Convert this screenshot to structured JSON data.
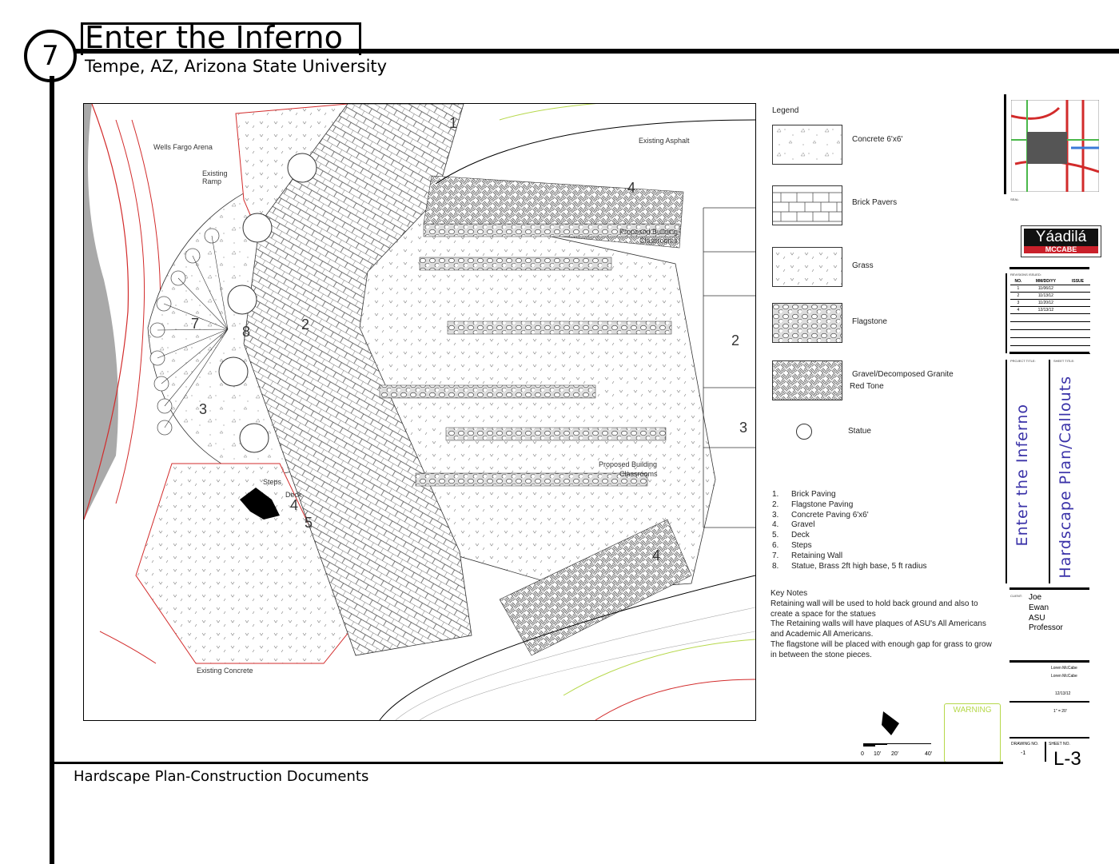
{
  "sheet_number_circle": "7",
  "title": "Enter the Inferno",
  "subtitle": "Tempe, AZ, Arizona State University",
  "footer": "Hardscape Plan-Construction Documents",
  "plan": {
    "labels": {
      "wells_fargo": "Wells Fargo Arena",
      "existing_ramp_1": "Existing",
      "existing_ramp_2": "Ramp",
      "existing_asphalt": "Existing Asphalt",
      "proposed_building_1a": "Proposed Building",
      "proposed_building_1b": "Classrooms",
      "proposed_building_2a": "Proposed Building",
      "proposed_building_2b": "Classrooms",
      "steps": "Steps",
      "deck": "Deck",
      "existing_concrete": "Existing Concrete"
    },
    "callouts": {
      "c1": "1",
      "c4a": "4",
      "c2a": "2",
      "c2b": "2",
      "c3a": "3",
      "c3b": "3",
      "c7": "7",
      "c8": "8",
      "c4b": "4",
      "c4c": "4",
      "c5": "5"
    },
    "scale_labels": [
      "0",
      "10'",
      "20'",
      "40'"
    ]
  },
  "legend": {
    "title": "Legend",
    "items": [
      {
        "label": "Concrete 6'x6'"
      },
      {
        "label": "Brick Pavers"
      },
      {
        "label": "Grass"
      },
      {
        "label": "Flagstone"
      },
      {
        "label": "Gravel/Decomposed Granite",
        "label2": "Red Tone"
      },
      {
        "label": "Statue"
      }
    ]
  },
  "notes": [
    {
      "n": "1.",
      "t": "Brick Paving"
    },
    {
      "n": "2.",
      "t": "Flagstone Paving"
    },
    {
      "n": "3.",
      "t": "Concrete Paving 6'x6'"
    },
    {
      "n": "4.",
      "t": "Gravel"
    },
    {
      "n": "5.",
      "t": "Deck"
    },
    {
      "n": "6.",
      "t": "Steps"
    },
    {
      "n": "7.",
      "t": "Retaining Wall"
    },
    {
      "n": "8.",
      "t": "Statue, Brass 2ft high base, 5 ft radius"
    }
  ],
  "key_notes": {
    "title": "Key Notes",
    "lines": [
      "Retaining wall will be used to hold back ground and also to create a space for the statues",
      "The Retaining walls will have plaques of ASU's All Americans and Academic All Americans.",
      "The flagstone will be placed with enough gap for grass to grow in between the stone pieces."
    ]
  },
  "title_block": {
    "seal_label": "SEAL:",
    "logo_top": "Yáadilá",
    "logo_bottom": "MCCABE",
    "revisions_label": "REVISIONS ISSUED:",
    "rev_headers": [
      "NO.",
      "MM/DD/YY",
      "ISSUE"
    ],
    "revisions": [
      [
        "1",
        "11/06/12"
      ],
      [
        "2",
        "11/13/12"
      ],
      [
        "3",
        "11/20/12"
      ],
      [
        "4",
        "12/13/12"
      ]
    ],
    "project_title_label": "PROJECT TITLE:",
    "sheet_title_label": "SHEET TITLE:",
    "project_title": "Enter the Inferno",
    "sheet_title": "Hardscape Plan/Callouts",
    "client_label": "CLIENT:",
    "client": [
      "Joe",
      "Ewan",
      "ASU",
      "Professor"
    ],
    "drawn_by": "Loren McCabe",
    "checked_by": "Loren McCabe",
    "date": "12/13/12",
    "scale": "1\" = 20'",
    "warning": "WARNING",
    "drawing_no_label": "DRAWING NO.",
    "drawing_no": "-1",
    "sheet_no_label": "SHEET NO.",
    "sheet_no": "L-3"
  },
  "colors": {
    "linework": "#333333",
    "red": "#d22b2b",
    "green": "#b6d84a",
    "blue": "#3a32a8"
  }
}
